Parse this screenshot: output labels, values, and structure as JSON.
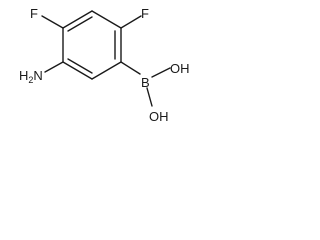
{
  "molecule": {
    "atoms": {
      "f_top_left": "F",
      "f_top_right": "F",
      "amine": "H",
      "amine_subscript": "2",
      "amine_n": "N",
      "boron": "B",
      "oh_top": "OH",
      "oh_bottom": "OH"
    }
  }
}
